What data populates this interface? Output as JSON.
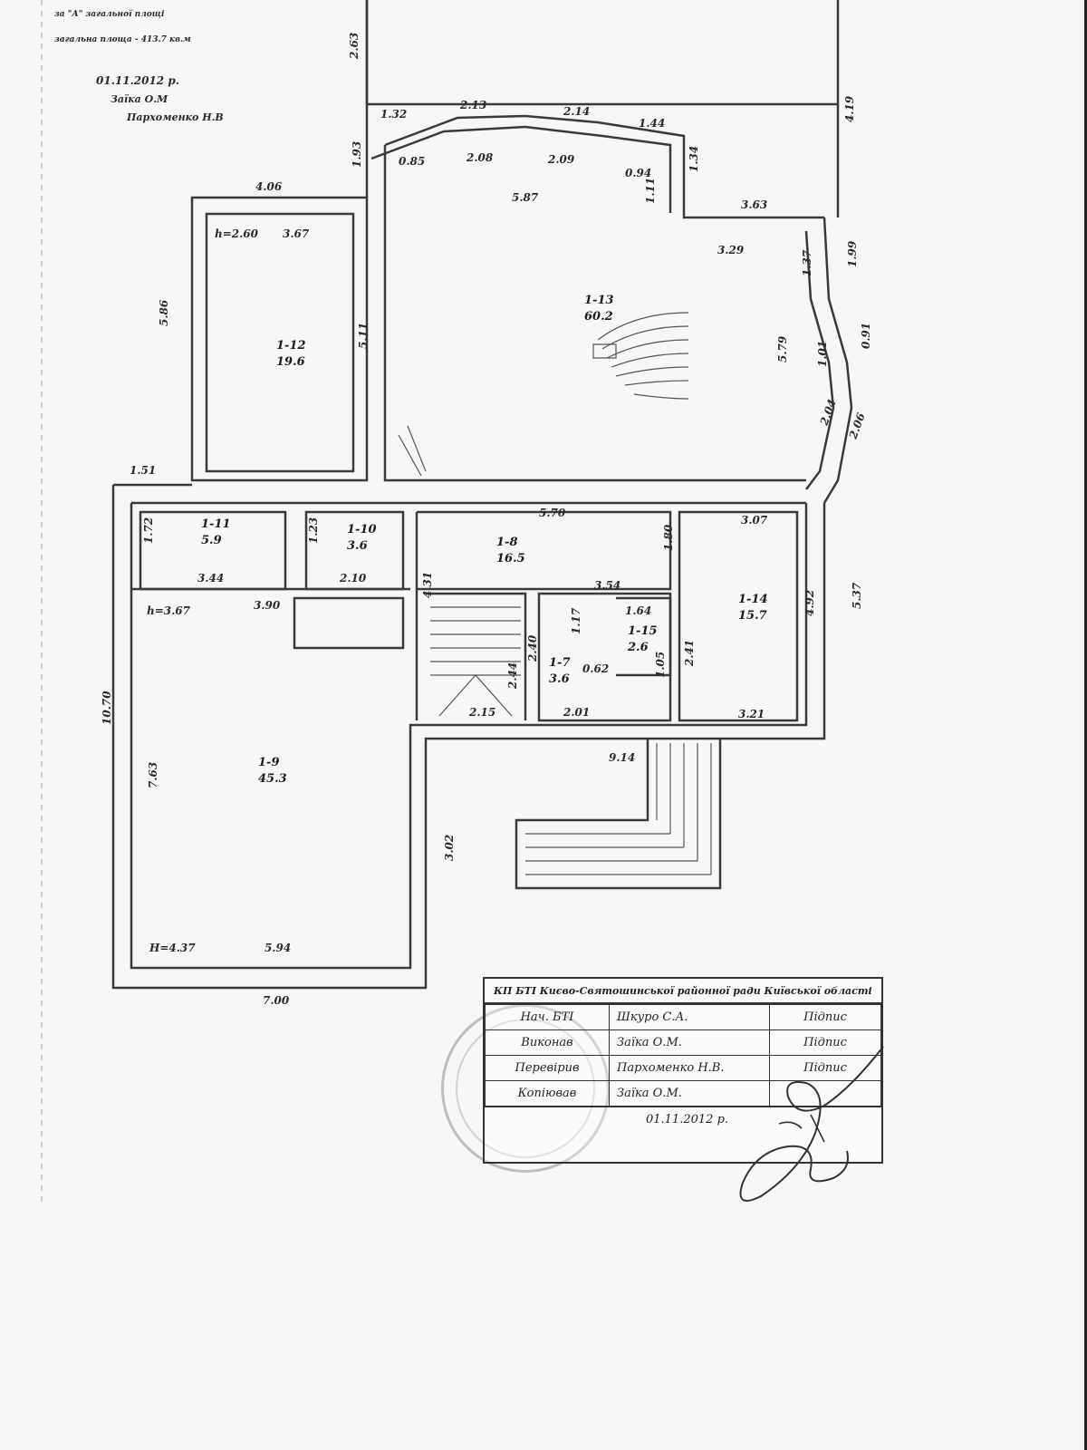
{
  "header": {
    "line1": "за \"А\" загальної площі",
    "line2": "загальна площа - 413.7 кв.м",
    "date": "01.11.2012 р.",
    "name1": "Заїка О.М",
    "name2": "Пархоменко Н.В"
  },
  "rooms": [
    {
      "id": "1-13",
      "area": "60.2"
    },
    {
      "id": "1-12",
      "area": "19.6"
    },
    {
      "id": "1-11",
      "area": "5.9"
    },
    {
      "id": "1-10",
      "area": "3.6"
    },
    {
      "id": "1-8",
      "area": "16.5"
    },
    {
      "id": "1-14",
      "area": "15.7"
    },
    {
      "id": "1-15",
      "area": "2.6"
    },
    {
      "id": "1-7",
      "area": "3.6"
    },
    {
      "id": "1-9",
      "area": "45.3"
    }
  ],
  "dimensions": {
    "d_2_63": "2.63",
    "d_1_32": "1.32",
    "d_2_13": "2.13",
    "d_2_14": "2.14",
    "d_1_44": "1.44",
    "d_4_19": "4.19",
    "d_1_93": "1.93",
    "d_0_85": "0.85",
    "d_2_08": "2.08",
    "d_2_09": "2.09",
    "d_0_94": "0.94",
    "d_1_34": "1.34",
    "d_4_06": "4.06",
    "d_5_87": "5.87",
    "d_1_11": "1.11",
    "d_3_63": "3.63",
    "d_h2_60": "h=2.60",
    "d_3_67": "3.67",
    "d_3_29": "3.29",
    "d_1_37": "1.37",
    "d_1_99": "1.99",
    "d_5_86": "5.86",
    "d_5_11": "5.11",
    "d_5_79": "5.79",
    "d_1_01": "1.01",
    "d_0_91": "0.91",
    "d_2_04": "2.04",
    "d_2_06": "2.06",
    "d_1_51": "1.51",
    "d_5_70": "5.70",
    "d_3_07": "3.07",
    "d_1_72": "1.72",
    "d_1_23": "1.23",
    "d_1_80": "1.80",
    "d_3_44": "3.44",
    "d_2_10": "2.10",
    "d_3_54": "3.54",
    "d_h3_67": "h=3.67",
    "d_3_90": "3.90",
    "d_4_31": "4.31",
    "d_1_64": "1.64",
    "d_1_17": "1.17",
    "d_4_92": "4.92",
    "d_5_37": "5.37",
    "d_2_40": "2.40",
    "d_0_62": "0.62",
    "d_1_05": "1.05",
    "d_2_41": "2.41",
    "d_2_44": "2.44",
    "d_10_70": "10.70",
    "d_2_15": "2.15",
    "d_2_01": "2.01",
    "d_3_21": "3.21",
    "d_9_14": "9.14",
    "d_7_63": "7.63",
    "d_3_02": "3.02",
    "d_h4_37": "H=4.37",
    "d_5_94": "5.94",
    "d_7_00": "7.00"
  },
  "stamp": {
    "title": "КП БТІ Києво-Святошинської районної ради Київської області",
    "rows": [
      {
        "role": "Нач. БТІ",
        "name": "Шкуро С.А.",
        "sign": "Підпис"
      },
      {
        "role": "Виконав",
        "name": "Заїка О.М.",
        "sign": "Підпис"
      },
      {
        "role": "Перевірив",
        "name": "Пархоменко Н.В.",
        "sign": "Підпис"
      },
      {
        "role": "Копіював",
        "name": "Заїка О.М.",
        "sign": ""
      }
    ],
    "date": "01.11.2012 р."
  },
  "colors": {
    "ink": "#2a2a2a",
    "wall": "#3a3a3a",
    "paper": "#f7f7f5"
  }
}
